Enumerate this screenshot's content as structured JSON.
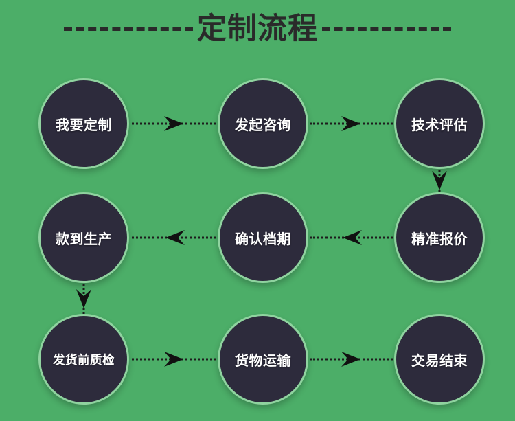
{
  "page": {
    "background_color": "#4CAE68",
    "node_fill_color": "#2D2B3C",
    "node_ring_color": "#8FD39F",
    "node_text_color": "#FFFFFF",
    "connector_color": "#1C1C1C",
    "title_color": "#2A2A2A"
  },
  "header": {
    "title": "定制流程",
    "left_rule": "------",
    "right_rule": "------"
  },
  "flow": {
    "rows": [
      {
        "row_index": 1,
        "nodes": [
          {
            "id": "step-1",
            "label": "我要定制",
            "order": 1
          },
          {
            "id": "step-2",
            "label": "发起咨询",
            "order": 2
          },
          {
            "id": "step-3",
            "label": "技术评估",
            "order": 3
          }
        ]
      },
      {
        "row_index": 2,
        "nodes": [
          {
            "id": "step-6",
            "label": "款到生产",
            "order": 6
          },
          {
            "id": "step-5",
            "label": "确认档期",
            "order": 5
          },
          {
            "id": "step-4",
            "label": "精准报价",
            "order": 4
          }
        ]
      },
      {
        "row_index": 3,
        "nodes": [
          {
            "id": "step-7",
            "label": "发货前质检",
            "order": 7
          },
          {
            "id": "step-8",
            "label": "货物运输",
            "order": 8
          },
          {
            "id": "step-9",
            "label": "交易结束",
            "order": 9
          }
        ]
      }
    ],
    "connectors": [
      {
        "id": "conn-1-2",
        "from": "step-1",
        "to": "step-2",
        "direction": "right",
        "style": "dotted"
      },
      {
        "id": "conn-2-3",
        "from": "step-2",
        "to": "step-3",
        "direction": "right",
        "style": "dotted"
      },
      {
        "id": "conn-3-4",
        "from": "step-3",
        "to": "step-4",
        "direction": "down",
        "style": "dotted"
      },
      {
        "id": "conn-4-5",
        "from": "step-4",
        "to": "step-5",
        "direction": "left",
        "style": "dotted"
      },
      {
        "id": "conn-5-6",
        "from": "step-5",
        "to": "step-6",
        "direction": "left",
        "style": "dotted"
      },
      {
        "id": "conn-6-7",
        "from": "step-6",
        "to": "step-7",
        "direction": "down",
        "style": "dotted"
      },
      {
        "id": "conn-7-8",
        "from": "step-7",
        "to": "step-8",
        "direction": "right",
        "style": "dotted"
      },
      {
        "id": "conn-8-9",
        "from": "step-8",
        "to": "step-9",
        "direction": "right",
        "style": "dotted"
      }
    ]
  }
}
